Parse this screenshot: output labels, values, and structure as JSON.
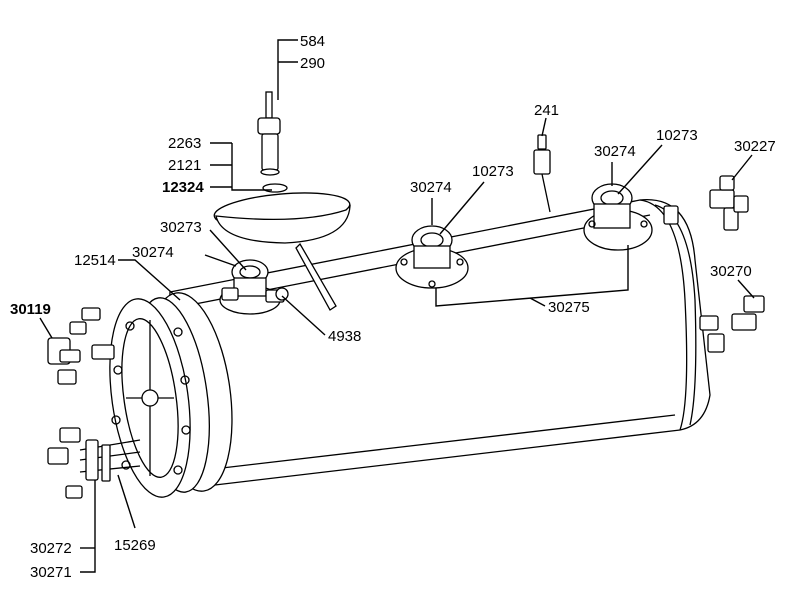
{
  "diagram": {
    "callouts": {
      "c584": "584",
      "c290": "290",
      "c2263": "2263",
      "c2121": "2121",
      "c12324": "12324",
      "c30273": "30273",
      "c30274_left": "30274",
      "c12514": "12514",
      "c30119": "30119",
      "c4938": "4938",
      "c241": "241",
      "c30274_mid": "30274",
      "c10273_mid": "10273",
      "c30274_right": "30274",
      "c10273_right": "10273",
      "c30227": "30227",
      "c30270": "30270",
      "c30275": "30275",
      "c15269": "15269",
      "c30272": "30272",
      "c30271": "30271"
    }
  }
}
